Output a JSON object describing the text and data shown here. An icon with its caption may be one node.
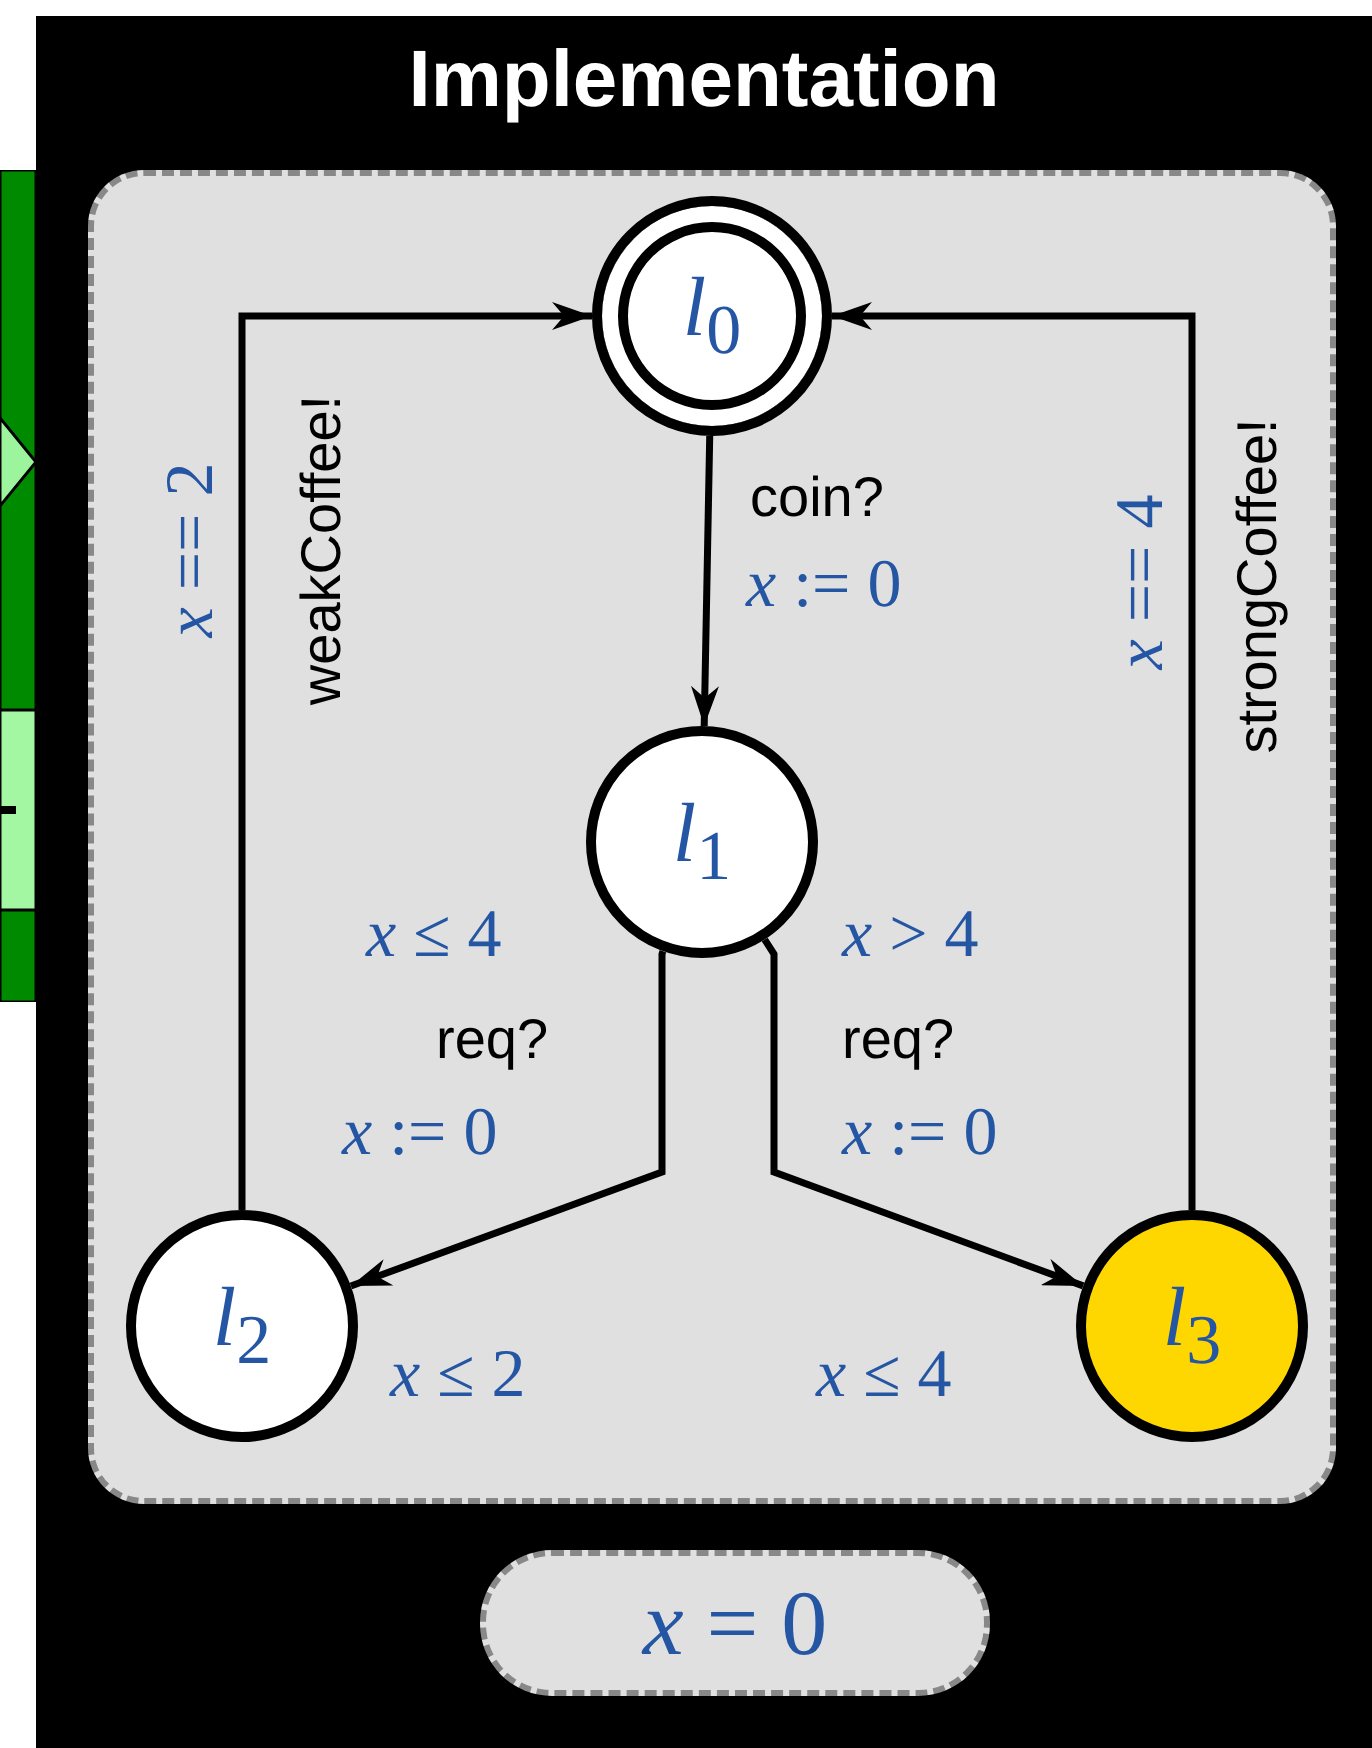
{
  "diagram": {
    "nodes": [
      {
        "text": [
          "Implementation"
        ]
      },
      {
        "text": [],
        "shape": "box",
        "in": 0
      },
      {
        "text": [
          "*l*$_{0}$"
        ],
        "in": 1
      },
      {
        "text": [
          "*l*$_{1}$"
        ],
        "in": 1
      },
      {
        "text": [
          "*l*$_{2}$"
        ],
        "in": 1,
        "beside": [
          "*x* ≤ 2"
        ]
      },
      {
        "text": [
          "*l*$_{3}$"
        ],
        "in": 1,
        "beside": [
          "*x* ≤ 4"
        ]
      },
      {
        "text": [
          "*x* = 0"
        ],
        "in": 0
      }
    ],
    "edges": [
      {
        "from": 2,
        "to": 3,
        "arrow": "to",
        "label": "coin?"
      },
      {
        "from": 3,
        "to": 4,
        "arrow": "to",
        "label": "req?"
      },
      {
        "from": 3,
        "to": 5,
        "arrow": "to",
        "label": "req?"
      },
      {
        "from": 4,
        "to": 2,
        "arrow": "to",
        "label": "weakCoffee!"
      },
      {
        "from": 5,
        "to": 2,
        "arrow": "to",
        "label": "strongCoffee!"
      }
    ],
    "labels": [
      "*x* == 2",
      "*x* := 0",
      "*x* == 4",
      "*x* ≤ 4",
      "*x* > 4",
      "*x* := 0",
      "*x* := 0"
    ]
  }
}
